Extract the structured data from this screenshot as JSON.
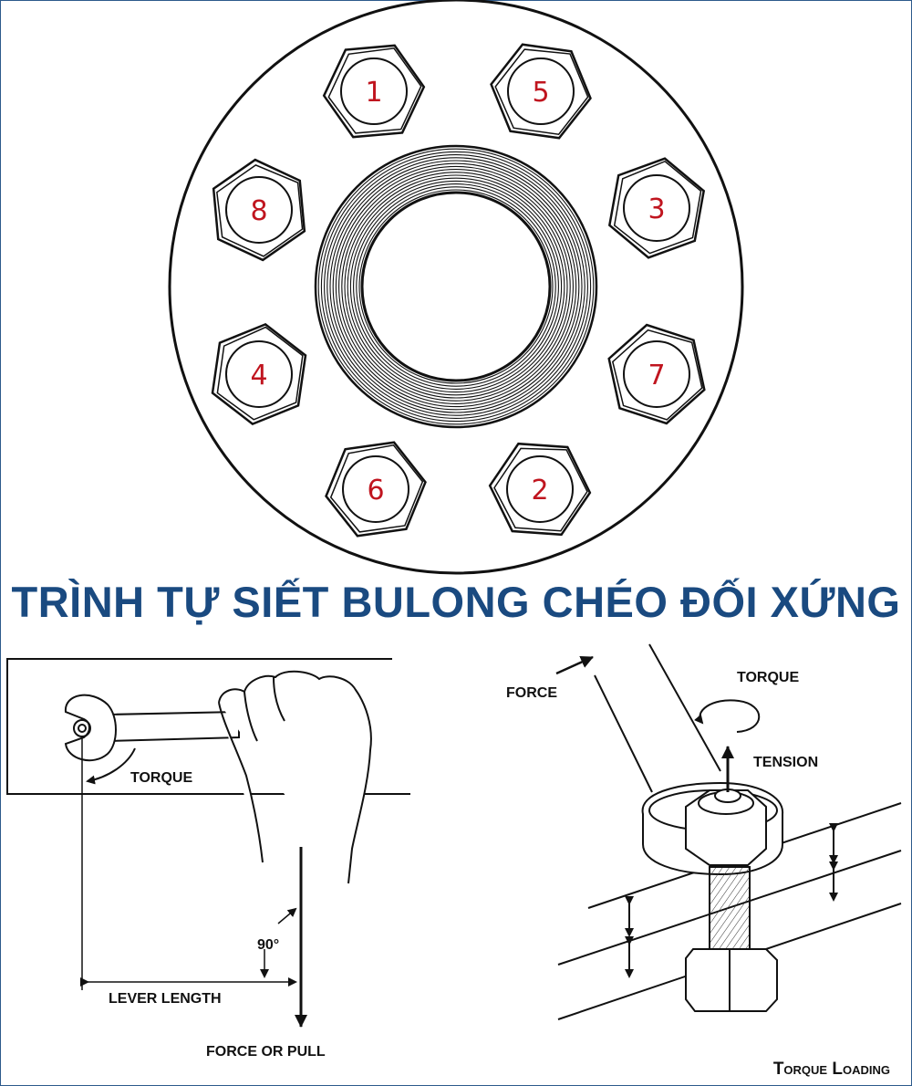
{
  "title": "TRÌNH TỰ SIẾT BULONG CHÉO ĐỐI XỨNG",
  "colors": {
    "title": "#1a4a80",
    "bolt_numbers": "#c0151f",
    "line": "#111111"
  },
  "bolts": [
    "1",
    "5",
    "8",
    "3",
    "4",
    "7",
    "6",
    "2"
  ],
  "wrench_diagram": {
    "torque": "TORQUE",
    "angle": "90°",
    "lever_length": "LEVER LENGTH",
    "force_or_pull": "FORCE OR PULL"
  },
  "bolt_diagram": {
    "force": "FORCE",
    "torque": "TORQUE",
    "tension": "TENSION",
    "caption": "Torque Loading"
  }
}
